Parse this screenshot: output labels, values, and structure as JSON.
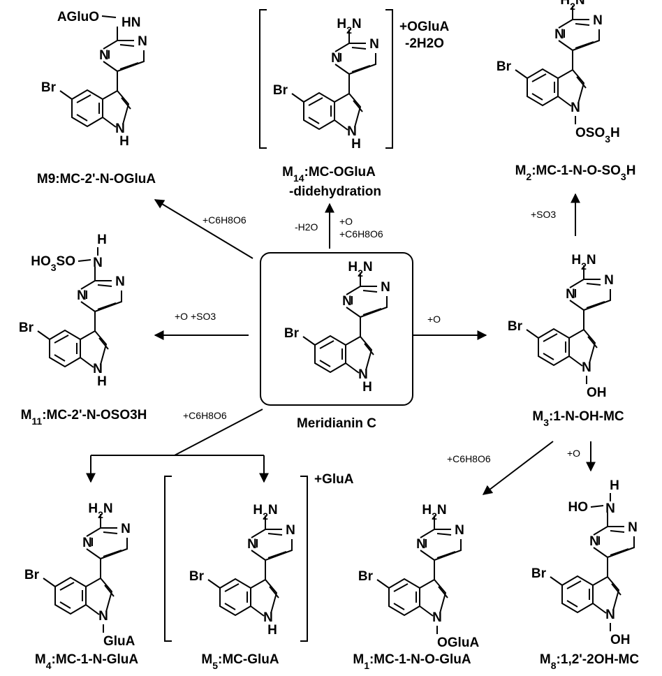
{
  "center": {
    "name": "Meridianin C",
    "groups": {
      "top": "H2N",
      "ring_n1": "N",
      "ring_n2": "N",
      "br": "Br",
      "indole_n": "N",
      "indole_h": "H"
    }
  },
  "reagents": {
    "m9": "+C6H8O6",
    "m14_a": "-H2O",
    "m14_b": "+O",
    "m14_c": "+C6H8O6",
    "m11": "+O  +SO3",
    "m3": "+O",
    "m2": "+SO3",
    "m4m5": "+C6H8O6",
    "m1": "+C6H8O6",
    "m8": "+O"
  },
  "metabolites": [
    {
      "id": "m9",
      "label_main": "M9:MC-2'-N-OGluA",
      "label_sub": "",
      "label_rest": "",
      "top": "AGluO",
      "top2": "HN",
      "nsub": "N",
      "nsub2": "H"
    },
    {
      "id": "m14",
      "label_main": "M",
      "label_sub": "14",
      "label_rest": ":MC-OGluA",
      "label_line2": "-didehydration",
      "top": "H2N",
      "nsub": "N",
      "nsub2": "H",
      "bracket_note1": "+OGluA",
      "bracket_note2": "-2H2O"
    },
    {
      "id": "m2",
      "label_main": "M",
      "label_sub": "2",
      "label_rest": ":MC-1-N-O-SO",
      "label_sub2": "3",
      "label_end": "H",
      "top": "H2N",
      "nsub": "N",
      "nsub2": "OSO3H"
    },
    {
      "id": "m11",
      "label_main": "M",
      "label_sub": "11",
      "label_rest": ":MC-2'-N-OSO3H",
      "top": "HO3SO",
      "top2": "N",
      "top3": "H",
      "nsub": "N",
      "nsub2": "H"
    },
    {
      "id": "m3",
      "label_main": "M",
      "label_sub": "3",
      "label_rest": ":1-N-OH-MC",
      "top": "H2N",
      "nsub": "N",
      "nsub2": "OH"
    },
    {
      "id": "m4",
      "label_main": "M",
      "label_sub": "4",
      "label_rest": ":MC-1-N-GluA",
      "top": "H2N",
      "nsub": "N",
      "nsub2": "GluA"
    },
    {
      "id": "m5",
      "label_main": "M",
      "label_sub": "5",
      "label_rest": ":MC-GluA",
      "top": "H2N",
      "nsub": "N",
      "nsub2": "H",
      "bracket_note1": "+GluA"
    },
    {
      "id": "m1",
      "label_main": "M",
      "label_sub": "1",
      "label_rest": ":MC-1-N-O-GluA",
      "top": "H2N",
      "nsub": "N",
      "nsub2": "OGluA"
    },
    {
      "id": "m8",
      "label_main": "M",
      "label_sub": "8",
      "label_rest": ":1,2'-2OH-MC",
      "top": "HO",
      "top2": "N",
      "top3": "H",
      "nsub": "N",
      "nsub2": "OH"
    }
  ],
  "atoms": {
    "n": "N",
    "br": "Br"
  }
}
